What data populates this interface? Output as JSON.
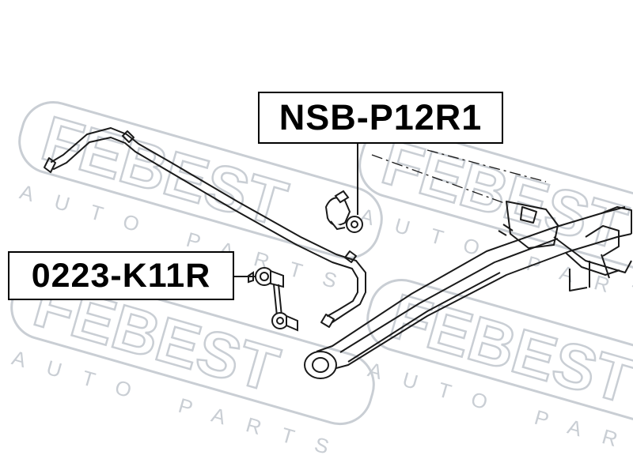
{
  "diagram": {
    "part_numbers": [
      "NSB-P12R1",
      "0223-K11R"
    ],
    "watermark": {
      "brand": "FEBEST",
      "tagline": "AUTO PARTS"
    },
    "colors": {
      "line": "#1a1a1a",
      "watermark": "#c9ced4",
      "background": "#ffffff"
    }
  }
}
